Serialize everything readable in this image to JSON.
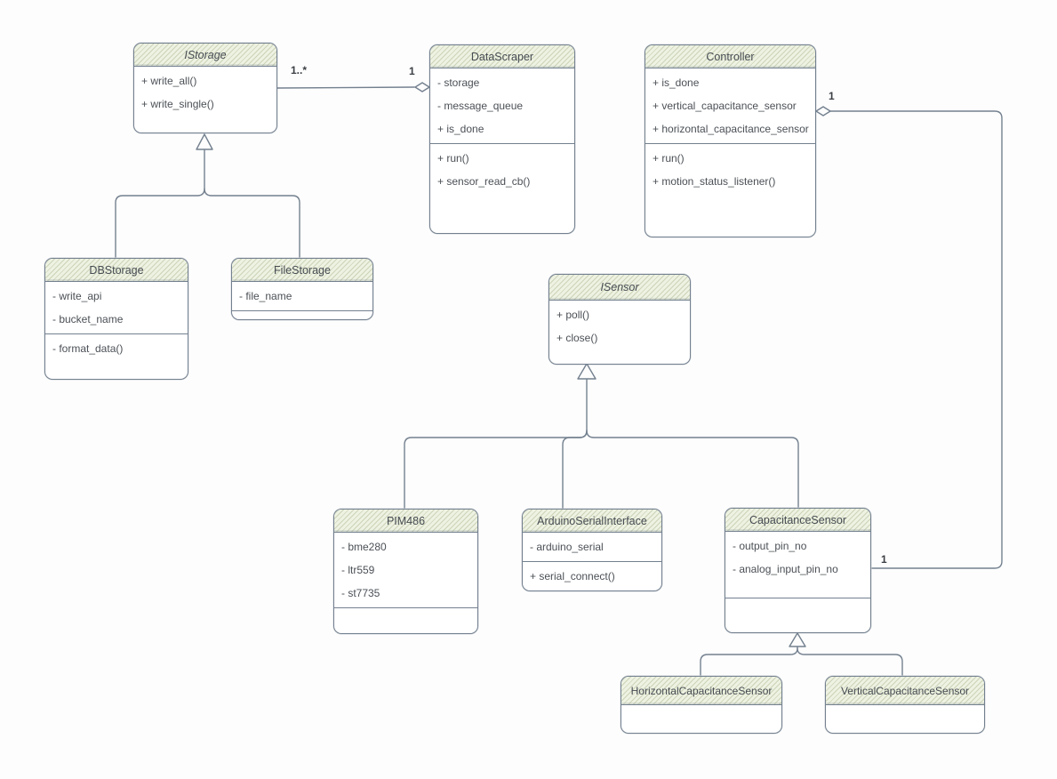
{
  "diagram": {
    "background_color": "#fdfdfd",
    "stroke_color": "#73808f",
    "header_fill_color": "#eef2e2",
    "header_hatch_color": "#92a273",
    "text_color": "#4b5056"
  },
  "classes": {
    "istorage": {
      "name": "IStorage",
      "attributes": [],
      "methods": [
        "+ write_all()",
        "+ write_single()"
      ]
    },
    "datascraper": {
      "name": "DataScraper",
      "attributes": [
        "- storage",
        "- message_queue",
        "+ is_done"
      ],
      "methods": [
        "+ run()",
        "+ sensor_read_cb()"
      ]
    },
    "controller": {
      "name": "Controller",
      "attributes": [
        "+ is_done",
        "+ vertical_capacitance_sensor",
        "+ horizontal_capacitance_sensor"
      ],
      "methods": [
        "+ run()",
        "+ motion_status_listener()"
      ]
    },
    "dbstorage": {
      "name": "DBStorage",
      "attributes": [
        "- write_api",
        "- bucket_name"
      ],
      "methods": [
        "- format_data()"
      ]
    },
    "filestorage": {
      "name": "FileStorage",
      "attributes": [
        "- file_name"
      ],
      "methods": []
    },
    "isensor": {
      "name": "ISensor",
      "attributes": [],
      "methods": [
        "+ poll()",
        "+ close()"
      ]
    },
    "pim486": {
      "name": "PIM486",
      "attributes": [
        "- bme280",
        "- ltr559",
        "- st7735"
      ],
      "methods": []
    },
    "arduinoserialinterface": {
      "name": "ArduinoSerialInterface",
      "attributes": [
        "- arduino_serial"
      ],
      "methods": [
        "+ serial_connect()"
      ]
    },
    "capacitancesensor": {
      "name": "CapacitanceSensor",
      "attributes": [
        "- output_pin_no",
        "- analog_input_pin_no"
      ],
      "methods": []
    },
    "horizontalcapacitancesensor": {
      "name": "HorizontalCapacitanceSensor",
      "attributes": [],
      "methods": []
    },
    "verticalcapacitancesensor": {
      "name": "VerticalCapacitanceSensor",
      "attributes": [],
      "methods": []
    }
  },
  "relationships": {
    "datascraper_istorage": {
      "type": "aggregation",
      "label_source": "1..*",
      "label_target": "1"
    },
    "controller_capacitancesensor": {
      "type": "aggregation",
      "label_source": "1",
      "label_target": "1"
    },
    "dbstorage_istorage": {
      "type": "inheritance"
    },
    "filestorage_istorage": {
      "type": "inheritance"
    },
    "pim486_isensor": {
      "type": "inheritance"
    },
    "arduinoserialinterface_isensor": {
      "type": "inheritance"
    },
    "capacitancesensor_isensor": {
      "type": "inheritance"
    },
    "horizontalcapacitancesensor_capacitancesensor": {
      "type": "inheritance"
    },
    "verticalcapacitancesensor_capacitancesensor": {
      "type": "inheritance"
    }
  }
}
